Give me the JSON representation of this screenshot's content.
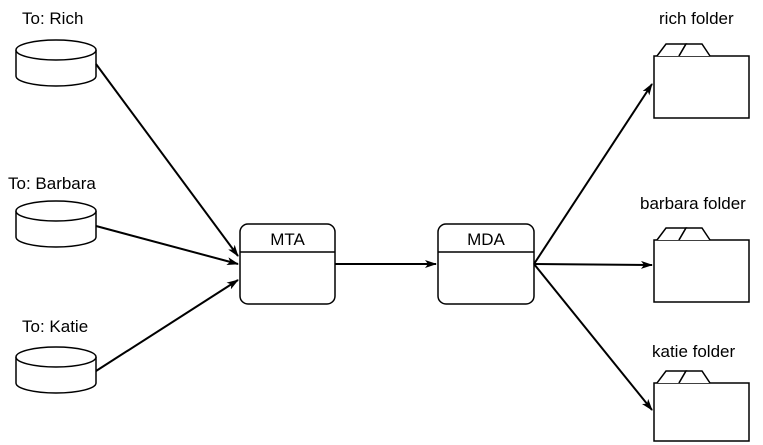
{
  "diagram": {
    "sources": [
      {
        "label": "To: Rich"
      },
      {
        "label": "To: Barbara"
      },
      {
        "label": "To: Katie"
      }
    ],
    "mta": {
      "label": "MTA"
    },
    "mda": {
      "label": "MDA"
    },
    "folders": [
      {
        "label": "rich folder"
      },
      {
        "label": "barbara folder"
      },
      {
        "label": "katie folder"
      }
    ]
  }
}
